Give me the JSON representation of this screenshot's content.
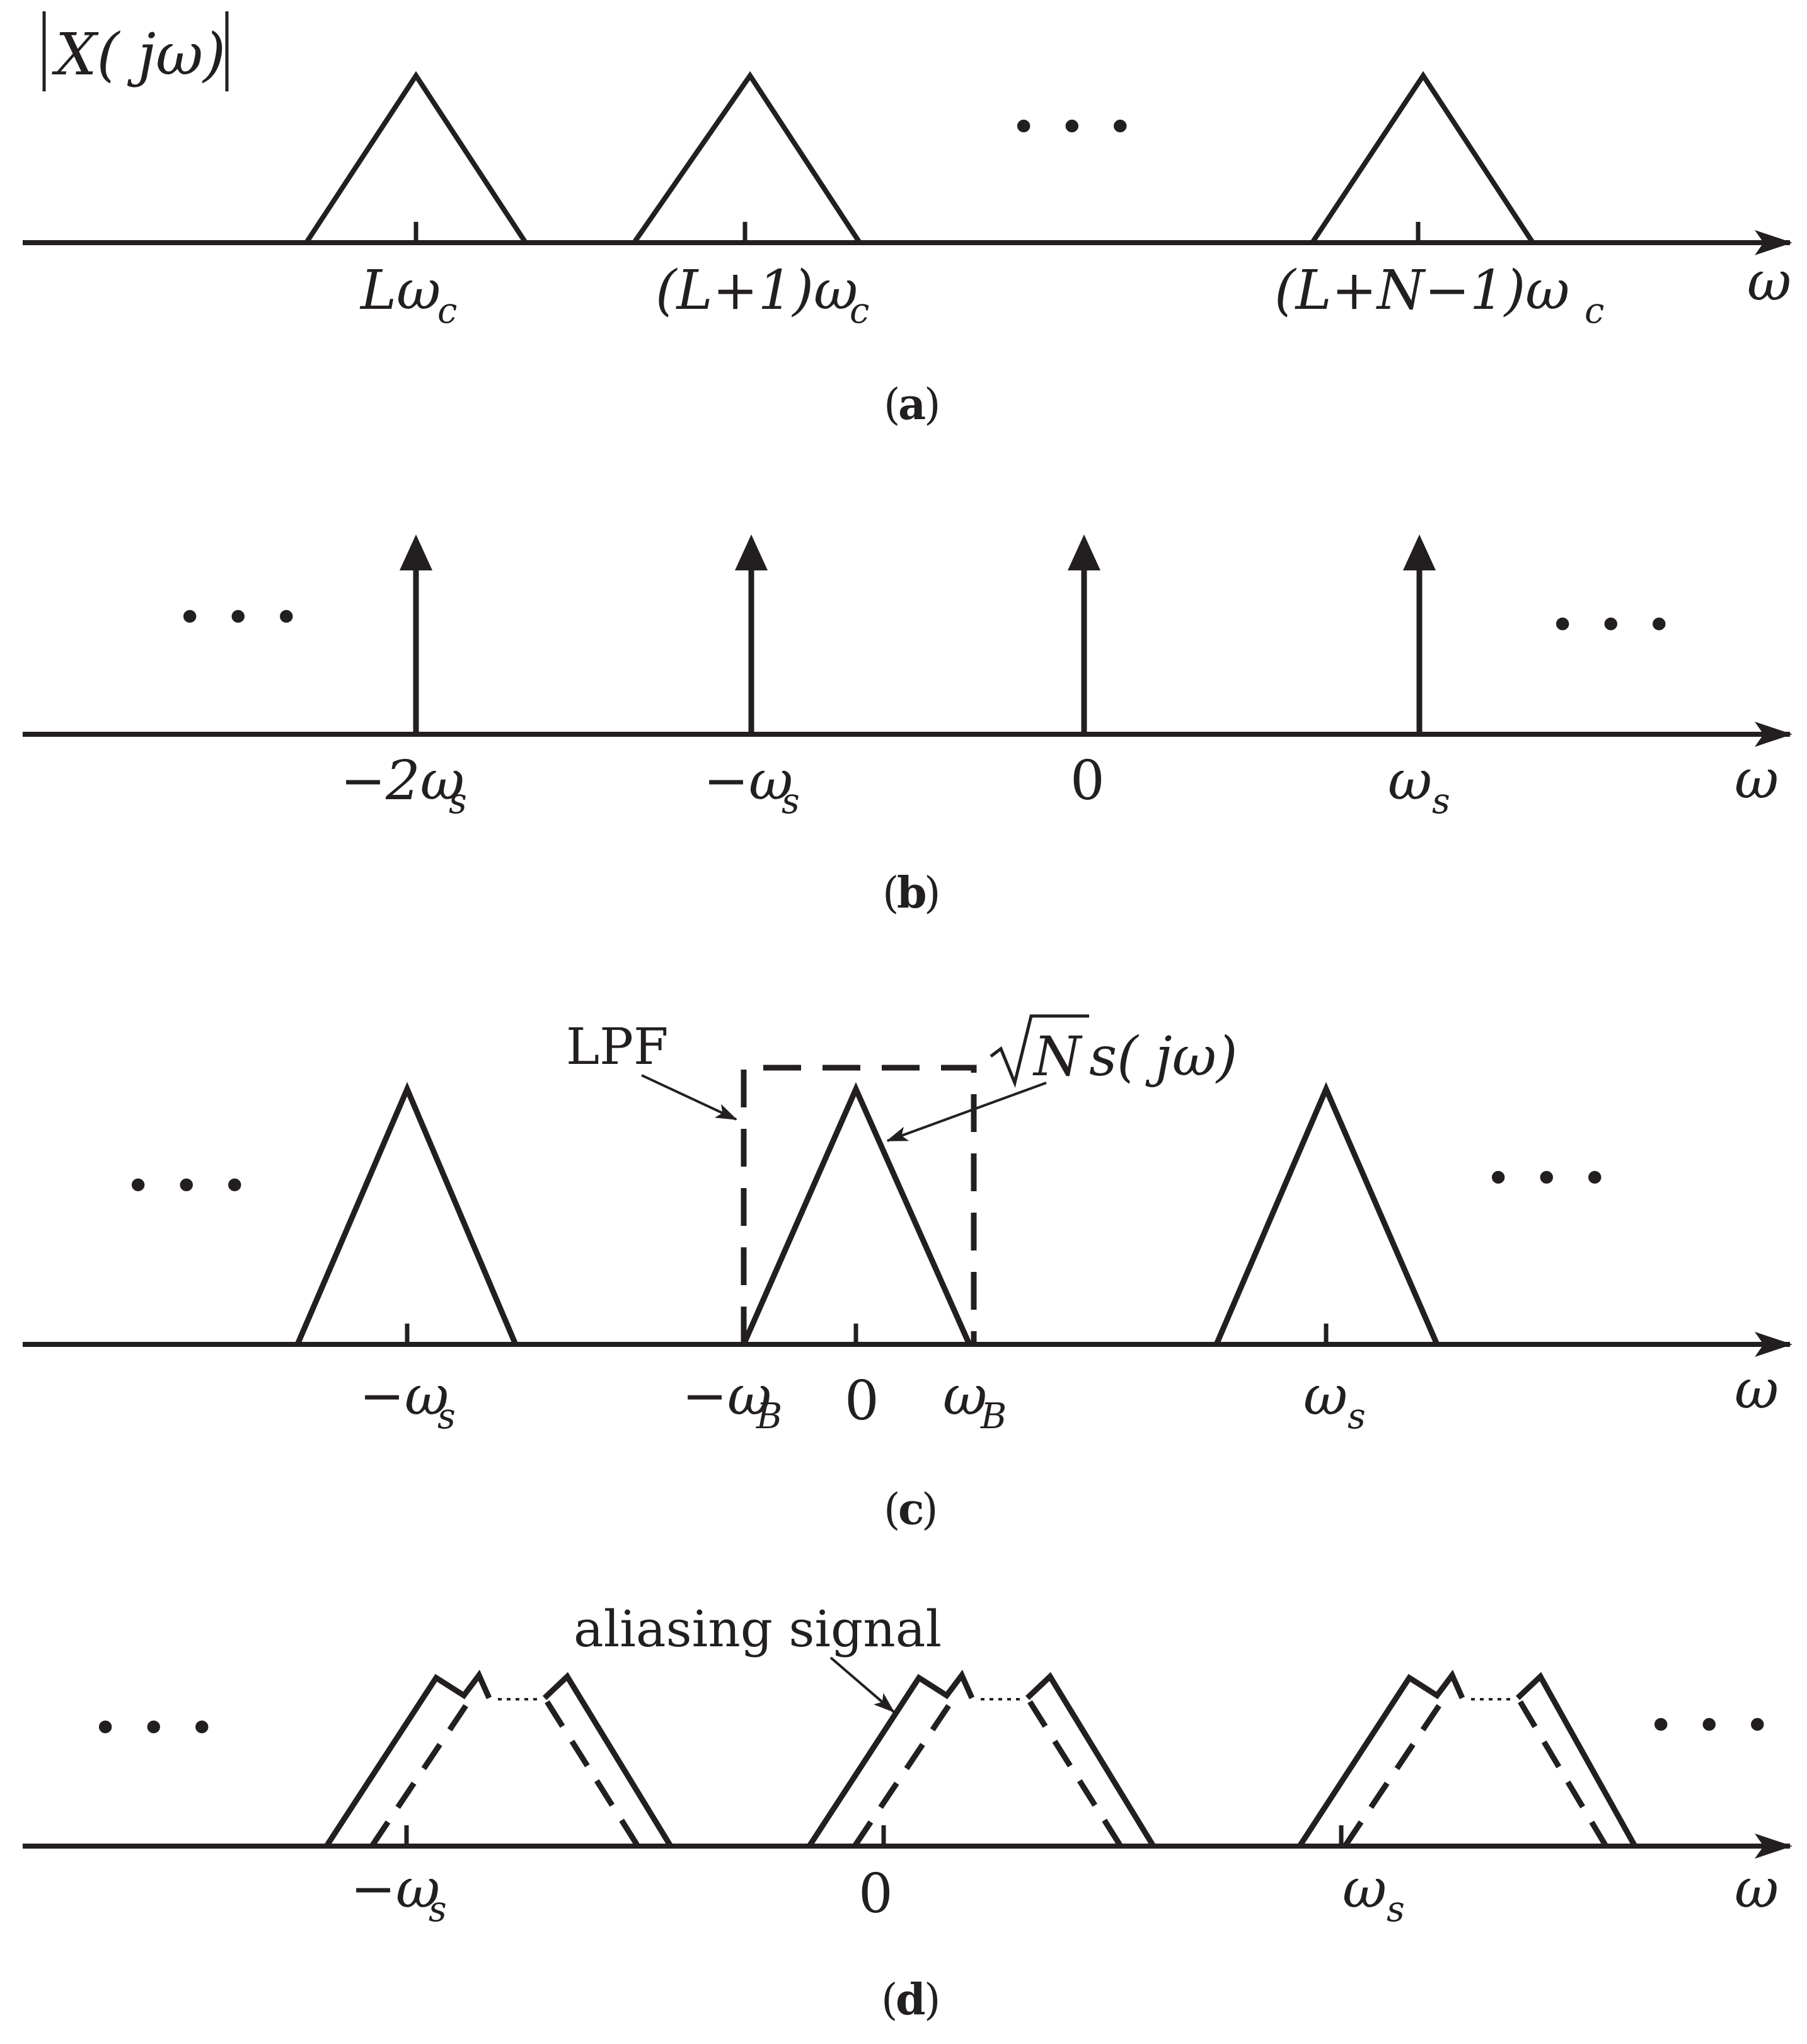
{
  "panels": {
    "a": {
      "caption_open": "(",
      "caption_letter": "a",
      "caption_close": ")",
      "ylabel": "X( jω)",
      "xlabel": "ω",
      "ticks": {
        "lwc_main": "Lω",
        "lwc_sub": "c",
        "l1_main": "(L+1)ω",
        "l1_sub": "c",
        "ln1_main": "(L+N−1)ω",
        "ln1_sub": "c"
      },
      "ellipsis": "· · ·"
    },
    "b": {
      "caption_open": "(",
      "caption_letter": "b",
      "caption_close": ")",
      "xlabel": "ω",
      "ticks": {
        "m2ws_main": "−2ω",
        "m2ws_sub": "s",
        "mws_main": "−ω",
        "mws_sub": "s",
        "zero": "0",
        "ws_main": "ω",
        "ws_sub": "s"
      },
      "ellipsis_left": "· · ·",
      "ellipsis_right": "· · ·"
    },
    "c": {
      "caption_open": "(",
      "caption_letter": "c",
      "caption_close": ")",
      "xlabel": "ω",
      "lpf_label": "LPF",
      "sig_sqrt_arg": "N",
      "sig_rest": "s( jω)",
      "ticks": {
        "mws_main": "−ω",
        "mws_sub": "s",
        "mwb_main": "−ω",
        "mwb_sub": "B",
        "zero": "0",
        "wb_main": "ω",
        "wb_sub": "B",
        "ws_main": "ω",
        "ws_sub": "s"
      },
      "ellipsis_left": "· · ·",
      "ellipsis_right": "· · ·"
    },
    "d": {
      "caption_open": "(",
      "caption_letter": "d",
      "caption_close": ")",
      "xlabel": "ω",
      "aliasing_label": "aliasing signal",
      "ticks": {
        "mws_main": "−ω",
        "mws_sub": "s",
        "zero": "0",
        "ws_main": "ω",
        "ws_sub": "s"
      },
      "ellipsis_left": "· · ·",
      "ellipsis_right": "· · ·"
    }
  }
}
